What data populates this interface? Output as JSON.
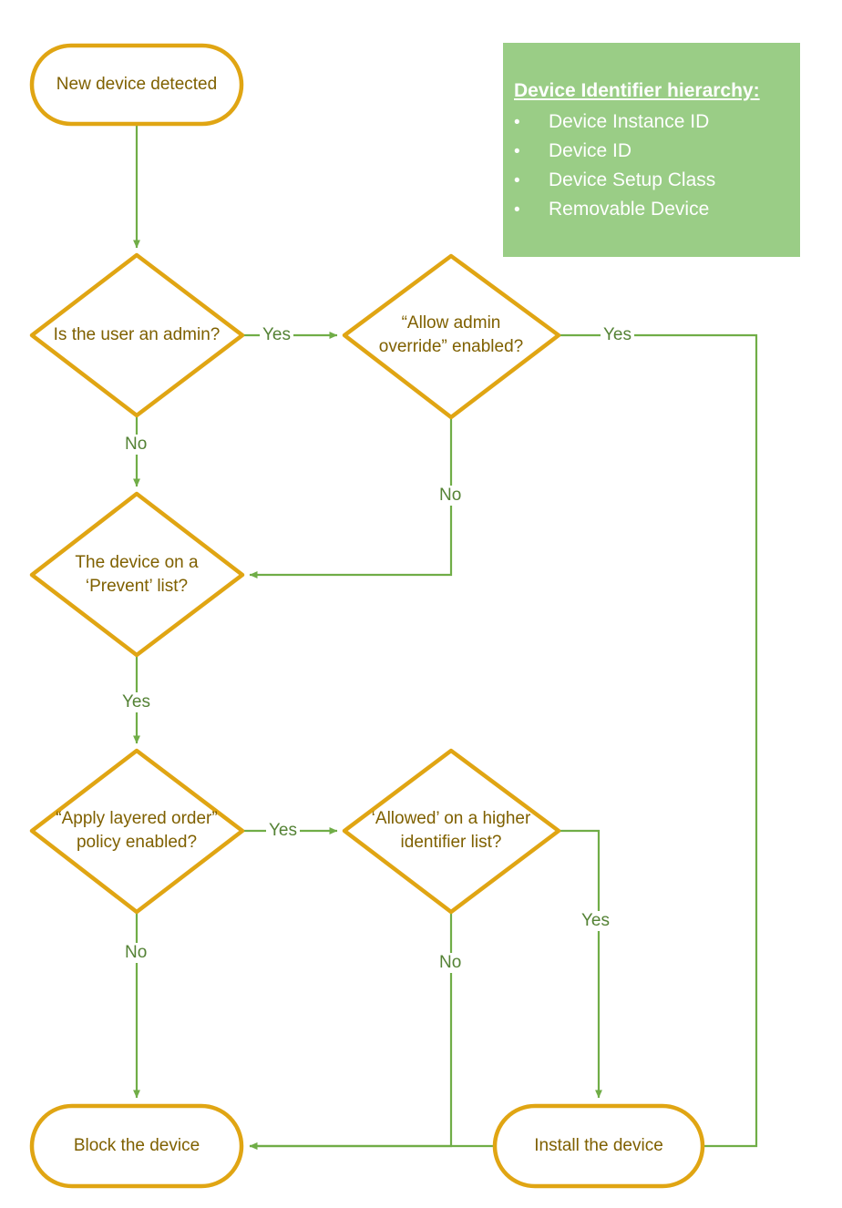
{
  "diagram": {
    "type": "flowchart",
    "title": "Device installation policy decision flow",
    "colors": {
      "shape_border": "#e0a513",
      "shape_fill": "#ffffff",
      "shape_text": "#7f6000",
      "connector": "#70ad47",
      "connector_label_text": "#548235",
      "legend_background": "#9acd86",
      "legend_text": "#ffffff"
    },
    "nodes": [
      {
        "id": "start",
        "shape": "terminator",
        "label": "New device detected"
      },
      {
        "id": "is_admin",
        "shape": "decision",
        "label": "Is the user an admin?"
      },
      {
        "id": "admin_override",
        "shape": "decision",
        "label": "“Allow admin override” enabled?"
      },
      {
        "id": "prevent_list",
        "shape": "decision",
        "label": "The device on a ‘Prevent’ list?"
      },
      {
        "id": "layered_order",
        "shape": "decision",
        "label": "“Apply layered order” policy enabled?"
      },
      {
        "id": "higher_list",
        "shape": "decision",
        "label": "‘Allowed’ on a higher identifier list?"
      },
      {
        "id": "block",
        "shape": "terminator",
        "label": "Block the device"
      },
      {
        "id": "install",
        "shape": "terminator",
        "label": "Install the device"
      }
    ],
    "node_lines": {
      "start": [
        "New device detected"
      ],
      "is_admin": [
        "Is the user an",
        "admin?"
      ],
      "admin_override": [
        "“Allow admin",
        "override”",
        "enabled?"
      ],
      "prevent_list": [
        "The device on a",
        "‘Prevent’ list?"
      ],
      "layered_order": [
        "“Apply layered",
        "order” policy",
        "enabled?"
      ],
      "higher_list": [
        "‘Allowed’ on a",
        "higher identifier",
        "list?"
      ],
      "block": [
        "Block the device"
      ],
      "install": [
        "Install the device"
      ]
    },
    "edges": [
      {
        "id": "e1",
        "from": "start",
        "to": "is_admin",
        "label": ""
      },
      {
        "id": "e2",
        "from": "is_admin",
        "to": "admin_override",
        "label": "Yes"
      },
      {
        "id": "e3",
        "from": "is_admin",
        "to": "prevent_list",
        "label": "No"
      },
      {
        "id": "e4",
        "from": "admin_override",
        "to": "install",
        "label": "Yes"
      },
      {
        "id": "e5",
        "from": "admin_override",
        "to": "prevent_list",
        "label": "No"
      },
      {
        "id": "e6",
        "from": "prevent_list",
        "to": "layered_order",
        "label": "Yes"
      },
      {
        "id": "e7",
        "from": "layered_order",
        "to": "higher_list",
        "label": "Yes"
      },
      {
        "id": "e8",
        "from": "layered_order",
        "to": "block",
        "label": "No"
      },
      {
        "id": "e9",
        "from": "higher_list",
        "to": "install",
        "label": "Yes"
      },
      {
        "id": "e10",
        "from": "higher_list",
        "to": "block",
        "label": "No"
      }
    ]
  },
  "legend": {
    "title": "Device Identifier hierarchy:",
    "bullet_glyph": "•",
    "items": [
      "Device Instance ID",
      "Device ID",
      "Device Setup Class",
      "Removable Device"
    ]
  }
}
